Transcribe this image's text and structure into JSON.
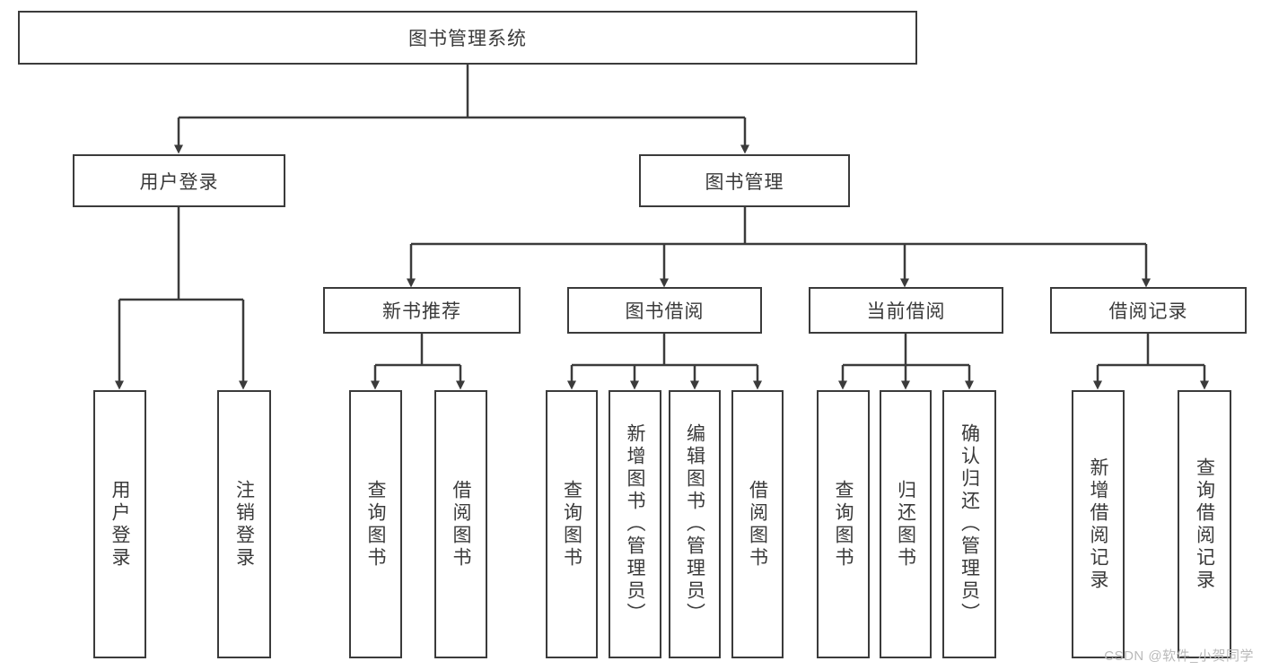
{
  "diagram": {
    "title": "图书管理系统",
    "type": "tree",
    "root": {
      "label": "图书管理系统"
    },
    "level2": [
      {
        "label": "用户登录"
      },
      {
        "label": "图书管理"
      }
    ],
    "level3": [
      {
        "label": "新书推荐"
      },
      {
        "label": "图书借阅"
      },
      {
        "label": "当前借阅"
      },
      {
        "label": "借阅记录"
      }
    ],
    "leaves": [
      {
        "label": "用户登录"
      },
      {
        "label": "注销登录"
      },
      {
        "label": "查询图书"
      },
      {
        "label": "借阅图书"
      },
      {
        "label": "查询图书"
      },
      {
        "label": "新增图书（管理员）"
      },
      {
        "label": "编辑图书（管理员）"
      },
      {
        "label": "借阅图书"
      },
      {
        "label": "查询图书"
      },
      {
        "label": "归还图书"
      },
      {
        "label": "确认归还（管理员）"
      },
      {
        "label": "新增借阅记录"
      },
      {
        "label": "查询借阅记录"
      }
    ]
  },
  "watermark": {
    "text": "CSDN @软件_小贺同学"
  },
  "colors": {
    "stroke": "#3b3b3b",
    "text": "#3a3a3a",
    "background": "#ffffff",
    "watermark": "#b9b9b9"
  }
}
